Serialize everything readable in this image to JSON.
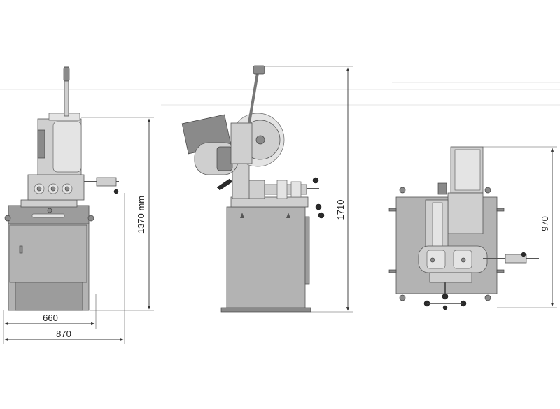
{
  "dimensions": {
    "height_front": "1370 mm",
    "width_base": "660",
    "width_total": "870",
    "height_side": "1710",
    "depth_top": "970"
  },
  "colors": {
    "body": "#b3b3b3",
    "outline": "#555555",
    "knob": "#2a2a2a",
    "dimension_line": "#333333"
  }
}
